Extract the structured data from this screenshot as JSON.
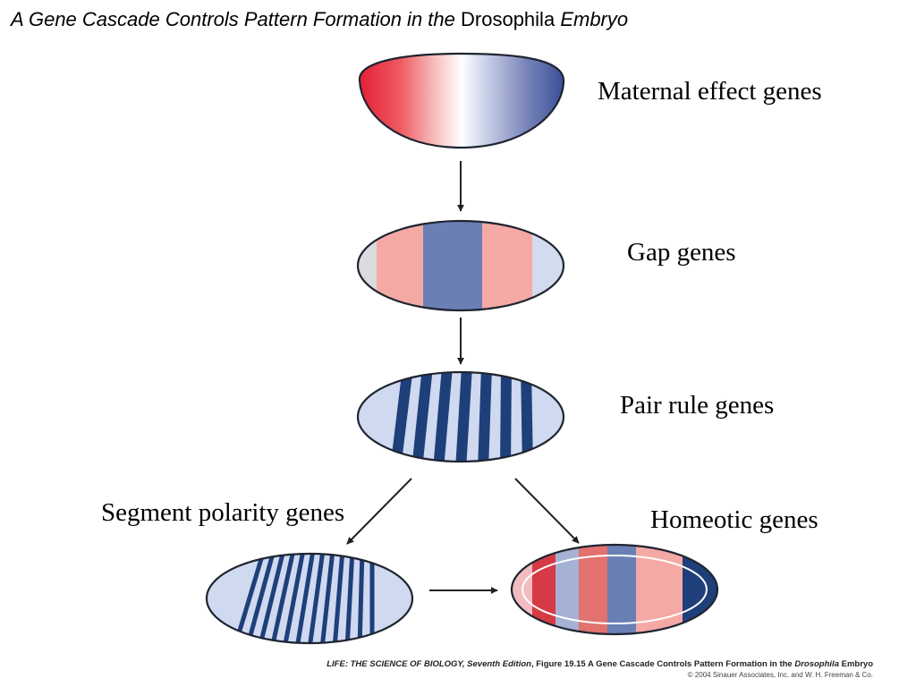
{
  "title": {
    "part1": "A Gene Cascade Controls Pattern Formation in the",
    "part2": "Drosophila",
    "part3": "Embryo"
  },
  "stages": {
    "maternal": "Maternal effect genes",
    "gap": "Gap genes",
    "pair_rule": "Pair rule genes",
    "segment_polarity": "Segment polarity genes",
    "homeotic": "Homeotic genes"
  },
  "credit": {
    "book": "LIFE: THE SCIENCE OF BIOLOGY, Seventh Edition",
    "figure": ", Figure 19.15 A Gene Cascade Controls Pattern Formation in the ",
    "genus": "Drosophila",
    "tail": " Embryo",
    "copyright": "© 2004 Sinauer Associates, Inc. and W. H. Freeman & Co."
  },
  "colors": {
    "outline": "#1f2430",
    "red": "#e8323f",
    "dark_blue": "#1f3f7a",
    "light_blue": "#cfd9ef",
    "pink": "#f5a9a4",
    "mid_blue": "#6a7fb4",
    "arrow": "#222222"
  }
}
